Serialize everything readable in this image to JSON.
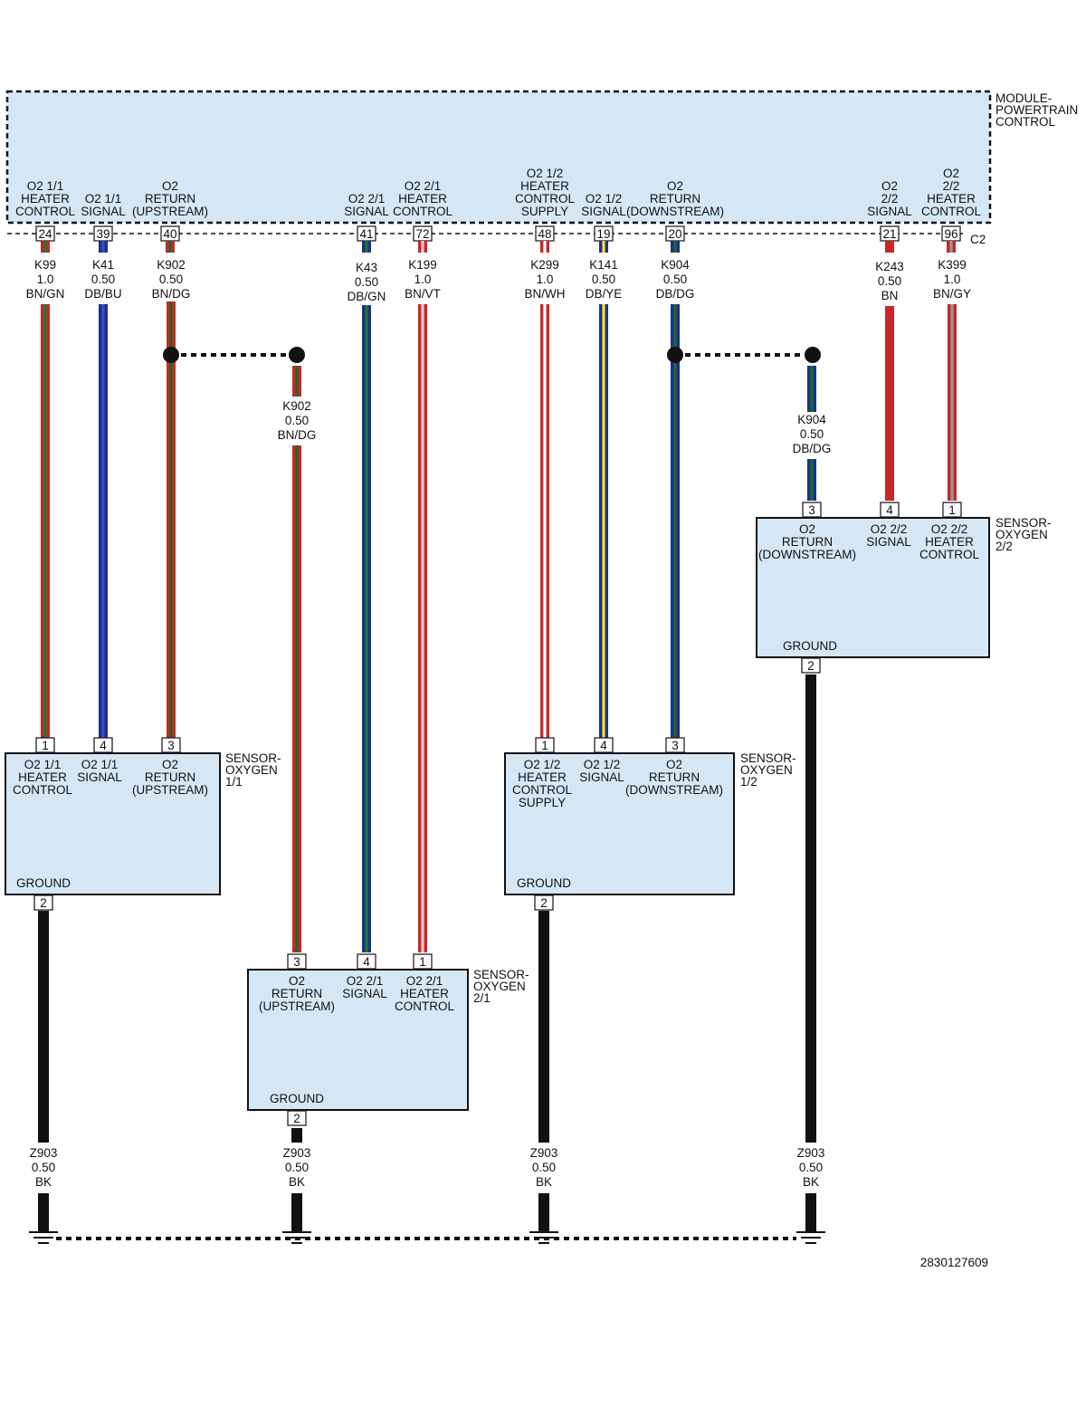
{
  "module": {
    "name": [
      "MODULE-",
      "POWERTRAIN",
      "CONTROL"
    ],
    "connector": "C2",
    "pins": [
      {
        "pin": "24",
        "label": [
          "O2 1/1",
          "HEATER",
          "CONTROL"
        ]
      },
      {
        "pin": "39",
        "label": [
          "O2 1/1",
          "SIGNAL"
        ]
      },
      {
        "pin": "40",
        "label": [
          "O2",
          "RETURN",
          "(UPSTREAM)"
        ]
      },
      {
        "pin": "41",
        "label": [
          "O2 2/1",
          "SIGNAL"
        ]
      },
      {
        "pin": "72",
        "label": [
          "O2 2/1",
          "HEATER",
          "CONTROL"
        ]
      },
      {
        "pin": "48",
        "label": [
          "O2 1/2",
          "HEATER",
          "CONTROL",
          "SUPPLY"
        ]
      },
      {
        "pin": "19",
        "label": [
          "O2 1/2",
          "SIGNAL"
        ]
      },
      {
        "pin": "20",
        "label": [
          "O2",
          "RETURN",
          "(DOWNSTREAM)"
        ]
      },
      {
        "pin": "21",
        "label": [
          "O2",
          "2/2",
          "SIGNAL"
        ]
      },
      {
        "pin": "96",
        "label": [
          "O2",
          "2/2",
          "HEATER",
          "CONTROL"
        ]
      }
    ]
  },
  "wires": [
    {
      "id": "K99",
      "gauge": "1.0",
      "color": "BN/GN",
      "base": "#c62828",
      "stripe": "#1b7a2e"
    },
    {
      "id": "K41",
      "gauge": "0.50",
      "color": "DB/BU",
      "base": "#1f2f8a",
      "stripe": "#3550c8"
    },
    {
      "id": "K902",
      "gauge": "0.50",
      "color": "BN/DG",
      "base": "#c62828",
      "stripe": "#1b6b2b"
    },
    {
      "id": "K43",
      "gauge": "0.50",
      "color": "DB/GN",
      "base": "#1f2f8a",
      "stripe": "#1b7a2e"
    },
    {
      "id": "K199",
      "gauge": "1.0",
      "color": "BN/VT",
      "base": "#c62828",
      "stripe": "#f3c6d6"
    },
    {
      "id": "K299",
      "gauge": "1.0",
      "color": "BN/WH",
      "base": "#c62828",
      "stripe": "#ffffff"
    },
    {
      "id": "K141",
      "gauge": "0.50",
      "color": "DB/YE",
      "base": "#1f2f8a",
      "stripe": "#f5e51a"
    },
    {
      "id": "K904",
      "gauge": "0.50",
      "color": "DB/DG",
      "base": "#1f2f8a",
      "stripe": "#1b6b2b"
    },
    {
      "id": "K243",
      "gauge": "0.50",
      "color": "BN",
      "base": "#c62828",
      "stripe": "#c62828"
    },
    {
      "id": "K399",
      "gauge": "1.0",
      "color": "BN/GY",
      "base": "#c62828",
      "stripe": "#999999"
    },
    {
      "id": "Z903",
      "gauge": "0.50",
      "color": "BK",
      "base": "#111111",
      "stripe": "#111111"
    }
  ],
  "sensors": {
    "s11": {
      "name": [
        "SENSOR-",
        "OXYGEN",
        "1/1"
      ],
      "pins": [
        {
          "pin": "1",
          "label": [
            "O2 1/1",
            "HEATER",
            "CONTROL"
          ]
        },
        {
          "pin": "4",
          "label": [
            "O2 1/1",
            "SIGNAL"
          ]
        },
        {
          "pin": "3",
          "label": [
            "O2",
            "RETURN",
            "(UPSTREAM)"
          ]
        }
      ],
      "ground": "GROUND",
      "ground_pin": "2"
    },
    "s21": {
      "name": [
        "SENSOR-",
        "OXYGEN",
        "2/1"
      ],
      "pins": [
        {
          "pin": "3",
          "label": [
            "O2",
            "RETURN",
            "(UPSTREAM)"
          ]
        },
        {
          "pin": "4",
          "label": [
            "O2 2/1",
            "SIGNAL"
          ]
        },
        {
          "pin": "1",
          "label": [
            "O2 2/1",
            "HEATER",
            "CONTROL"
          ]
        }
      ],
      "ground": "GROUND",
      "ground_pin": "2"
    },
    "s12": {
      "name": [
        "SENSOR-",
        "OXYGEN",
        "1/2"
      ],
      "pins": [
        {
          "pin": "1",
          "label": [
            "O2 1/2",
            "HEATER",
            "CONTROL",
            "SUPPLY"
          ]
        },
        {
          "pin": "4",
          "label": [
            "O2 1/2",
            "SIGNAL"
          ]
        },
        {
          "pin": "3",
          "label": [
            "O2",
            "RETURN",
            "(DOWNSTREAM)"
          ]
        }
      ],
      "ground": "GROUND",
      "ground_pin": "2"
    },
    "s22": {
      "name": [
        "SENSOR-",
        "OXYGEN",
        "2/2"
      ],
      "pins": [
        {
          "pin": "3",
          "label": [
            "O2",
            "RETURN",
            "(DOWNSTREAM)"
          ]
        },
        {
          "pin": "4",
          "label": [
            "O2 2/2",
            "SIGNAL"
          ]
        },
        {
          "pin": "1",
          "label": [
            "O2 2/2",
            "HEATER",
            "CONTROL"
          ]
        }
      ],
      "ground": "GROUND",
      "ground_pin": "2"
    }
  },
  "figure_id": "2830127609"
}
